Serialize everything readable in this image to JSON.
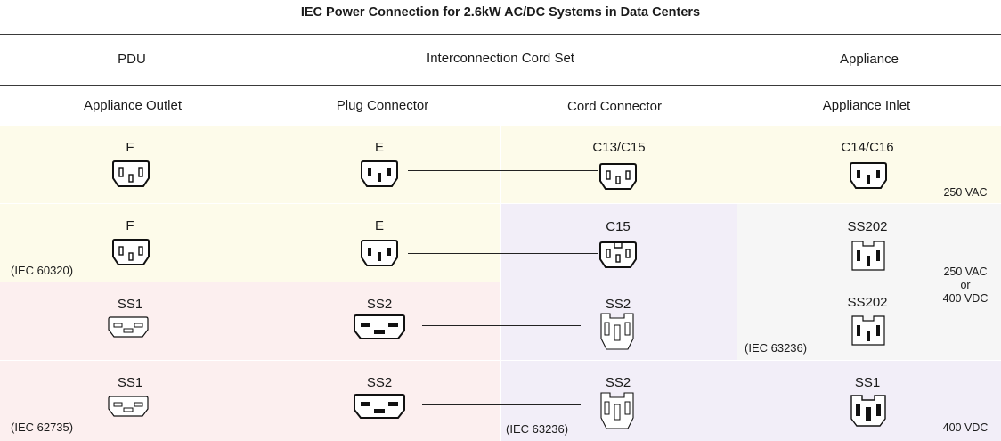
{
  "title": "IEC Power Connection for 2.6kW AC/DC Systems in Data Centers",
  "headers": {
    "pdu": "PDU",
    "cord_set": "Interconnection Cord Set",
    "appliance": "Appliance"
  },
  "subheaders": {
    "appliance_outlet": "Appliance Outlet",
    "plug_connector": "Plug Connector",
    "cord_connector": "Cord Connector",
    "appliance_inlet": "Appliance Inlet"
  },
  "rows": [
    {
      "appliance_outlet": "F",
      "plug_connector": "E",
      "cord_connector": "C13/C15",
      "appliance_inlet": "C14/C16",
      "voltage": "250 VAC"
    },
    {
      "appliance_outlet": "F",
      "outlet_standard": "(IEC 60320)",
      "plug_connector": "E",
      "cord_connector": "C15",
      "appliance_inlet": "SS202"
    },
    {
      "appliance_outlet": "SS1",
      "plug_connector": "SS2",
      "cord_connector": "SS2",
      "appliance_inlet": "SS202",
      "inlet_standard": "(IEC 63236)"
    },
    {
      "appliance_outlet": "SS1",
      "outlet_standard": "(IEC 62735)",
      "plug_connector": "SS2",
      "cord_connector": "SS2",
      "cord_standard": "(IEC 63236)",
      "appliance_inlet": "SS1",
      "voltage": "400 VDC"
    }
  ],
  "voltage_mid": {
    "line1": "250 VAC",
    "line2": "or",
    "line3": "400 VDC"
  },
  "colors": {
    "row_yellow": "#fdfbea",
    "row_pink": "#fcefef",
    "row_purple": "#f2eef8",
    "row_grey": "#f6f6f6",
    "rule": "#3a3a3a",
    "connector_stroke": "#111111"
  },
  "icons": {
    "f_outlet": "iec-f-outlet-icon",
    "e_plug": "iec-e-plug-icon",
    "c13_c15": "iec-c13-c15-connector-icon",
    "c14_c16": "iec-c14-c16-inlet-icon",
    "c15": "iec-c15-connector-icon",
    "ss202": "iec-ss202-inlet-icon",
    "ss1": "iec-ss1-icon",
    "ss2_plug": "iec-ss2-plug-icon",
    "ss2_connector": "iec-ss2-connector-icon"
  }
}
